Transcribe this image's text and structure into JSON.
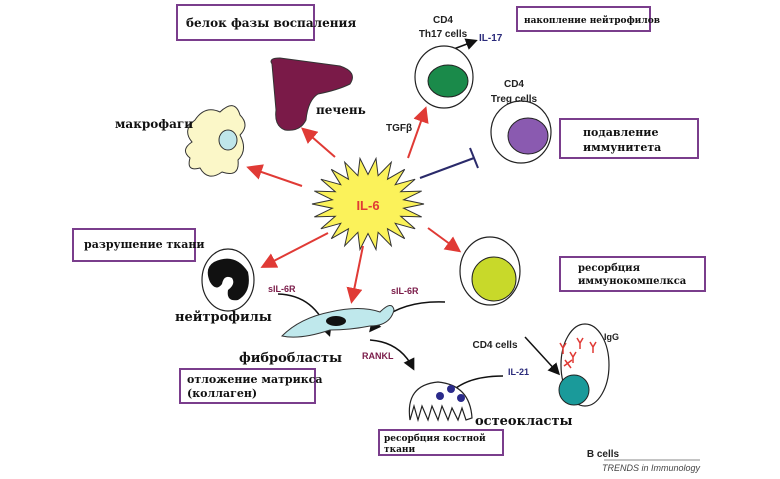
{
  "center": {
    "label": "IL-6"
  },
  "boxes": {
    "acute_phase": "белок фазы воспаления",
    "neutrophil_accumulation": "накопление нейтрофилов",
    "immune_suppression_1": "подавление",
    "immune_suppression_2": "иммунитета",
    "tissue_destruction": "разрушение ткани",
    "immune_complex_1": "ресорбция",
    "immune_complex_2": "иммунокомпелкса",
    "matrix_1": "отложение матрикса",
    "matrix_2": "(коллаген)",
    "bone_1": "ресорбция костной",
    "bone_2": "ткани"
  },
  "cells": {
    "liver": "печень",
    "macrophages": "макрофаги",
    "th17_1": "CD4",
    "th17_2": "Th17 cells",
    "treg_1": "CD4",
    "treg_2": "Treg cells",
    "neutrophils": "нейтрофилы",
    "fibroblasts": "фибробласты",
    "cd4": "CD4 cells",
    "osteoclasts": "остеокласты",
    "bcells": "B cells"
  },
  "mediators": {
    "il17": "IL-17",
    "tgfb": "TGFβ",
    "sil6r_left": "sIL-6R",
    "sil6r_right": "sIL-6R",
    "rankl": "RANKL",
    "il21": "IL-21",
    "igg": "IgG"
  },
  "credit": "TRENDS in Immunology",
  "colors": {
    "box_border": "#7a3d8c",
    "activation_arrow": "#e03a35",
    "inhibition": "#2a2a6a",
    "star": "#fbf25a",
    "liver": "#7a1a48",
    "th17": "#1a8a4a",
    "treg": "#8a5ab0",
    "cd4": "#c8d92a",
    "bcell": "#1a9a9a",
    "fibroblast": "#bfe8ec",
    "macrophage": "#fbf7c8"
  }
}
